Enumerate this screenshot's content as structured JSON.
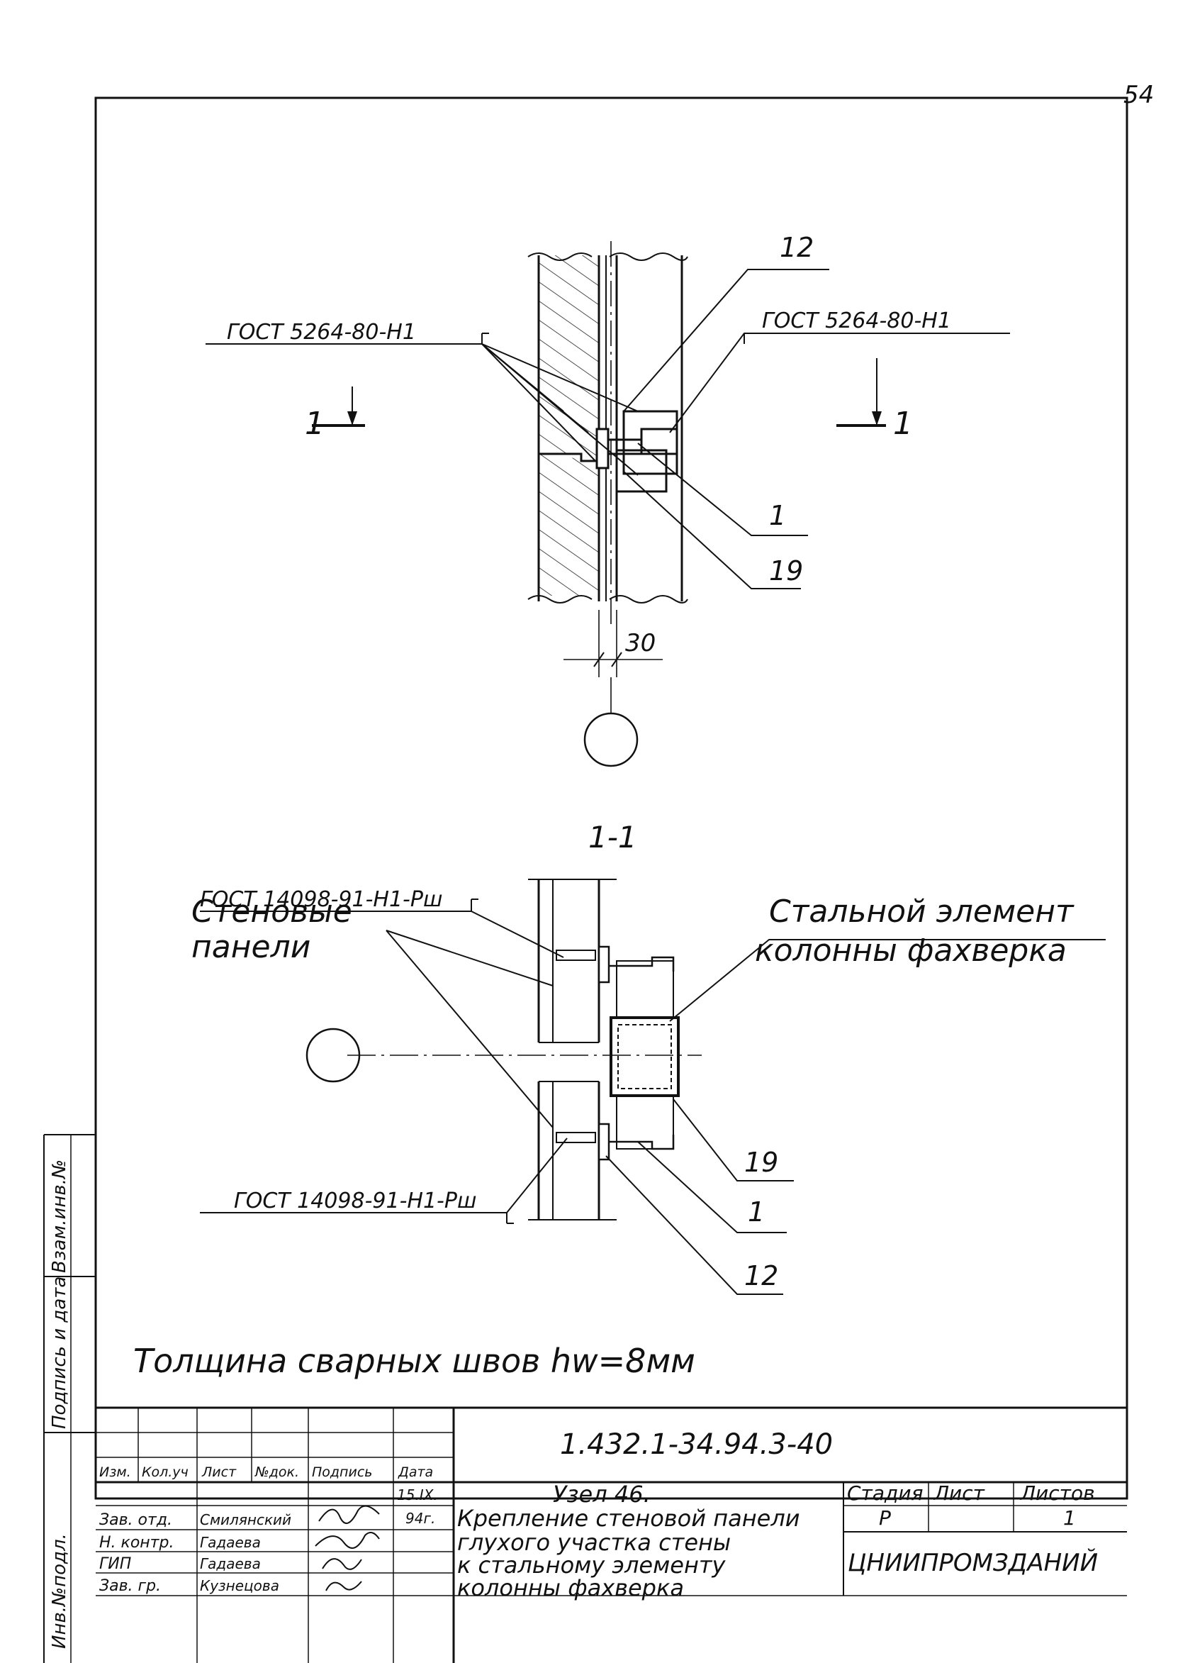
{
  "page_number": "54",
  "top": {
    "gost_left": "ГОСТ 5264-80-Н1",
    "gost_right": "ГОСТ 5264-80-Н1",
    "label_12": "12",
    "label_1": "1",
    "label_19": "19",
    "section_mark_left": "1",
    "section_mark_right": "1",
    "dim_30": "30"
  },
  "section": {
    "title": "1-1",
    "gost_top": "ГОСТ 14098-91-Н1-Рш",
    "gost_bottom": "ГОСТ 14098-91-Н1-Рш",
    "wall_panels_line1": "Стеновые",
    "wall_panels_line2": "панели",
    "steel_elem_line1": "Стальной элемент",
    "steel_elem_line2": "колонны фахверка",
    "label_19": "19",
    "label_1": "1",
    "label_12": "12"
  },
  "weld_note": "Толщина сварных швов hw=8мм",
  "side_stamp": {
    "inv_podl": "Инв.№подл.",
    "podpis": "Подпись и дата",
    "vzam": "Взам.инв.№"
  },
  "title_block": {
    "doc_code": "1.432.1-34.94.3-40",
    "headers": [
      "Изм.",
      "Кол.уч",
      "Лист",
      "№док.",
      "Подпись",
      "Дата"
    ],
    "rows": [
      {
        "role": "Зав. отд.",
        "name": "Смилянский"
      },
      {
        "role": "Н. контр.",
        "name": "Гадаева"
      },
      {
        "role": "ГИП",
        "name": "Гадаева"
      },
      {
        "role": "Зав. гр.",
        "name": "Кузнецова"
      }
    ],
    "date_line1": "15.IX.",
    "date_line2": "94г.",
    "title_line1": "Узел 46.",
    "title_line2": "Крепление стеновой панели",
    "title_line3": "глухого участка стены",
    "title_line4": "к стальному элементу",
    "title_line5": "колонны фахверка",
    "stage_header": "Стадия",
    "sheet_header": "Лист",
    "sheets_header": "Листов",
    "stage_value": "Р",
    "sheets_value": "1",
    "org": "ЦНИИПРОМЗДАНИЙ"
  }
}
